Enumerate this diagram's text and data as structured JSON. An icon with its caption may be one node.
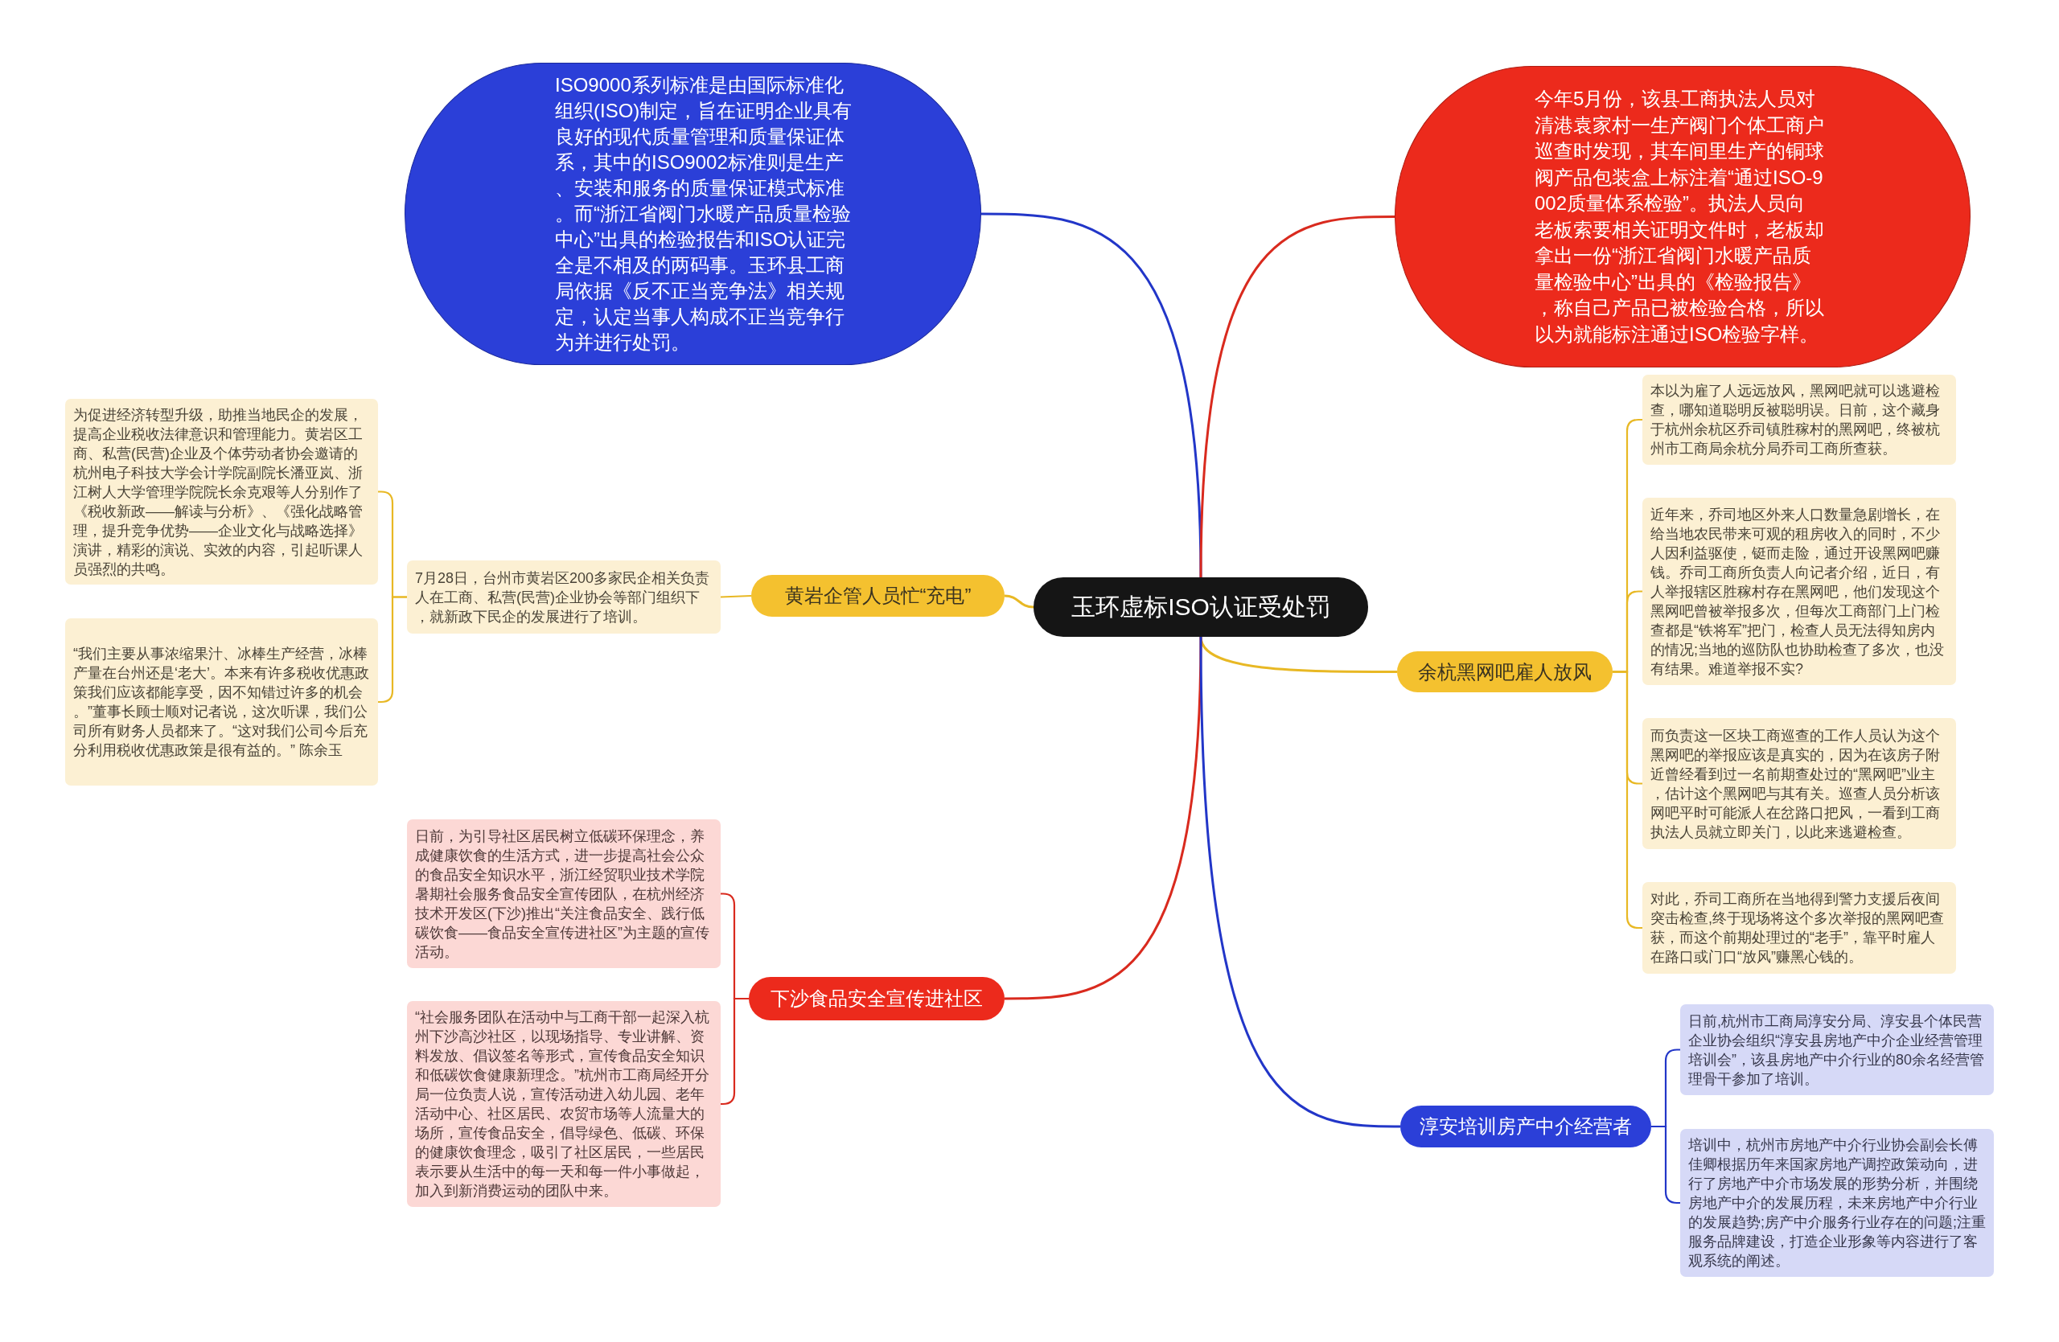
{
  "diagram": {
    "nodes": [
      {
        "text": [
          "玉环虚标ISO认证受处罚"
        ]
      },
      {
        "text": [
          "ISO9000系列标准是由国际标准化组织(ISO)制定，旨在证明企业具有良好的现代质量管理和质量保证体系，其中的ISO9002标准则是生产、安装和服务的质量保证模式标准。而“浙江省阀门水暖产品质量检验中心”出具的检验报告和ISO认证完全是不相及的两码事。玉环县工商局依据《反不正当竞争法》相关规定，认定当事人构成不正当竞争行为并进行处罚。"
        ]
      },
      {
        "text": [
          "今年5月份，该县工商执法人员对清港袁家村一生产阀门个体工商户巡查时发现，其车间里生产的铜球阀产品包装盒上标注着“通过ISO-9002质量体系检验”。执法人员向老板索要相关证明文件时，老板却拿出一份“浙江省阀门水暖产品质量检验中心”出具的《检验报告》，称自己产品已被检验合格，所以以为就能标注通过ISO检验字样。"
        ]
      },
      {
        "text": [
          "黄岩企管人员忙“充电”"
        ]
      },
      {
        "text": [
          "7月28日，台州市黄岩区200多家民企相关负责人在工商、私营(民营)企业协会等部门组织下，就新政下民企的发展进行了培训。"
        ]
      },
      {
        "text": [
          "为促进经济转型升级，助推当地民企的发展，提高企业税收法律意识和管理能力。黄岩区工商、私营(民营)企业及个体劳动者协会邀请的杭州电子科技大学会计学院副院长潘亚岚、浙江树人大学管理学院院长余克艰等人分别作了《税收新政——解读与分析》、《强化战略管理，提升竞争优势——企业文化与战略选择》演讲，精彩的演说、实效的内容，引起听课人员强烈的共鸣。"
        ]
      },
      {
        "text": [
          "“我们主要从事浓缩果汁、冰棒生产经营，冰棒产量在台州还是‘老大’。本来有许多税收优惠政策我们应该都能享受，因不知错过许多的机会。”董事长顾士顺对记者说，这次听课，我们公司所有财务人员都来了。“这对我们公司今后充分利用税收优惠政策是很有益的。” 陈余玉"
        ]
      },
      {
        "text": [
          "余杭黑网吧雇人放风"
        ]
      },
      {
        "text": [
          "本以为雇了人远远放风，黑网吧就可以逃避检查，哪知道聪明反被聪明误。日前，这个藏身于杭州余杭区乔司镇胜稼村的黑网吧，终被杭州市工商局余杭分局乔司工商所查获。"
        ]
      },
      {
        "text": [
          "近年来，乔司地区外来人口数量急剧增长，在给当地农民带来可观的租房收入的同时，不少人因利益驱使，铤而走险，通过开设黑网吧赚钱。乔司工商所负责人向记者介绍，近日，有人举报辖区胜稼村存在黑网吧，他们发现这个黑网吧曾被举报多次，但每次工商部门上门检查都是“铁将军”把门，检查人员无法得知房内的情况;当地的巡防队也协助检查了多次，也没有结果。难道举报不实?"
        ]
      },
      {
        "text": [
          "而负责这一区块工商巡查的工作人员认为这个黑网吧的举报应该是真实的，因为在该房子附近曾经看到过一名前期查处过的“黑网吧”业主，估计这个黑网吧与其有关。巡查人员分析该网吧平时可能派人在岔路口把风，一看到工商执法人员就立即关门，以此来逃避检查。"
        ]
      },
      {
        "text": [
          "对此，乔司工商所在当地得到警力支援后夜间突击检查,终于现场将这个多次举报的黑网吧查获，而这个前期处理过的“老手”，靠平时雇人在路口或门口“放风”赚黑心钱的。"
        ]
      },
      {
        "text": [
          "下沙食品安全宣传进社区"
        ]
      },
      {
        "text": [
          "日前，为引导社区居民树立低碳环保理念，养成健康饮食的生活方式，进一步提高社会公众的食品安全知识水平，浙江经贸职业技术学院暑期社会服务食品安全宣传团队，在杭州经济技术开发区(下沙)推出“关注食品安全、践行低碳饮食——食品安全宣传进社区”为主题的宣传活动。"
        ]
      },
      {
        "text": [
          "“社会服务团队在活动中与工商干部一起深入杭州下沙高沙社区，以现场指导、专业讲解、资料发放、倡议签名等形式，宣传食品安全知识和低碳饮食健康新理念。”杭州市工商局经开分局一位负责人说，宣传活动进入幼儿园、老年活动中心、社区居民、农贸市场等人流量大的场所，宣传食品安全，倡导绿色、低碳、环保的健康饮食理念，吸引了社区居民，一些居民表示要从生活中的每一天和每一件小事做起，加入到新消费运动的团队中来。"
        ]
      },
      {
        "text": [
          "淳安培训房产中介经营者"
        ]
      },
      {
        "text": [
          "日前,杭州市工商局淳安分局、淳安县个体民营企业协会组织“淳安县房地产中介企业经营管理培训会”，该县房地产中介行业的80余名经营管理骨干参加了培训。"
        ]
      },
      {
        "text": [
          "培训中，杭州市房地产中介行业协会副会长傅佳卿根据历年来国家房地产调控政策动向，进行了房地产中介市场发展的形势分析，并围绕房地产中介的发展历程，未来房地产中介行业的发展趋势;房产中介服务行业存在的问题;注重服务品牌建设，打造企业形象等内容进行了客观系统的阐述。"
        ]
      }
    ],
    "edges": [
      {
        "from": 0,
        "to": 1,
        "arrow": "none",
        "color": "#2236c8"
      },
      {
        "from": 0,
        "to": 2,
        "arrow": "none",
        "color": "#d92a1e"
      },
      {
        "from": 0,
        "to": 3,
        "arrow": "none"
      },
      {
        "from": 3,
        "to": 4,
        "arrow": "none"
      },
      {
        "from": 4,
        "to": 5,
        "arrow": "none"
      },
      {
        "from": 4,
        "to": 6,
        "arrow": "none"
      },
      {
        "from": 0,
        "to": 7,
        "arrow": "none"
      },
      {
        "from": 7,
        "to": 8,
        "arrow": "none"
      },
      {
        "from": 7,
        "to": 9,
        "arrow": "none"
      },
      {
        "from": 7,
        "to": 10,
        "arrow": "none"
      },
      {
        "from": 7,
        "to": 11,
        "arrow": "none"
      },
      {
        "from": 0,
        "to": 12,
        "arrow": "none",
        "color": "#d92a1e"
      },
      {
        "from": 12,
        "to": 13,
        "arrow": "none",
        "color": "#d92a1e"
      },
      {
        "from": 12,
        "to": 14,
        "arrow": "none",
        "color": "#d92a1e"
      },
      {
        "from": 0,
        "to": 15,
        "arrow": "none",
        "color": "#2236c8"
      },
      {
        "from": 15,
        "to": 16,
        "arrow": "none",
        "color": "#2236c8"
      },
      {
        "from": 15,
        "to": 17,
        "arrow": "none",
        "color": "#2236c8"
      }
    ]
  }
}
